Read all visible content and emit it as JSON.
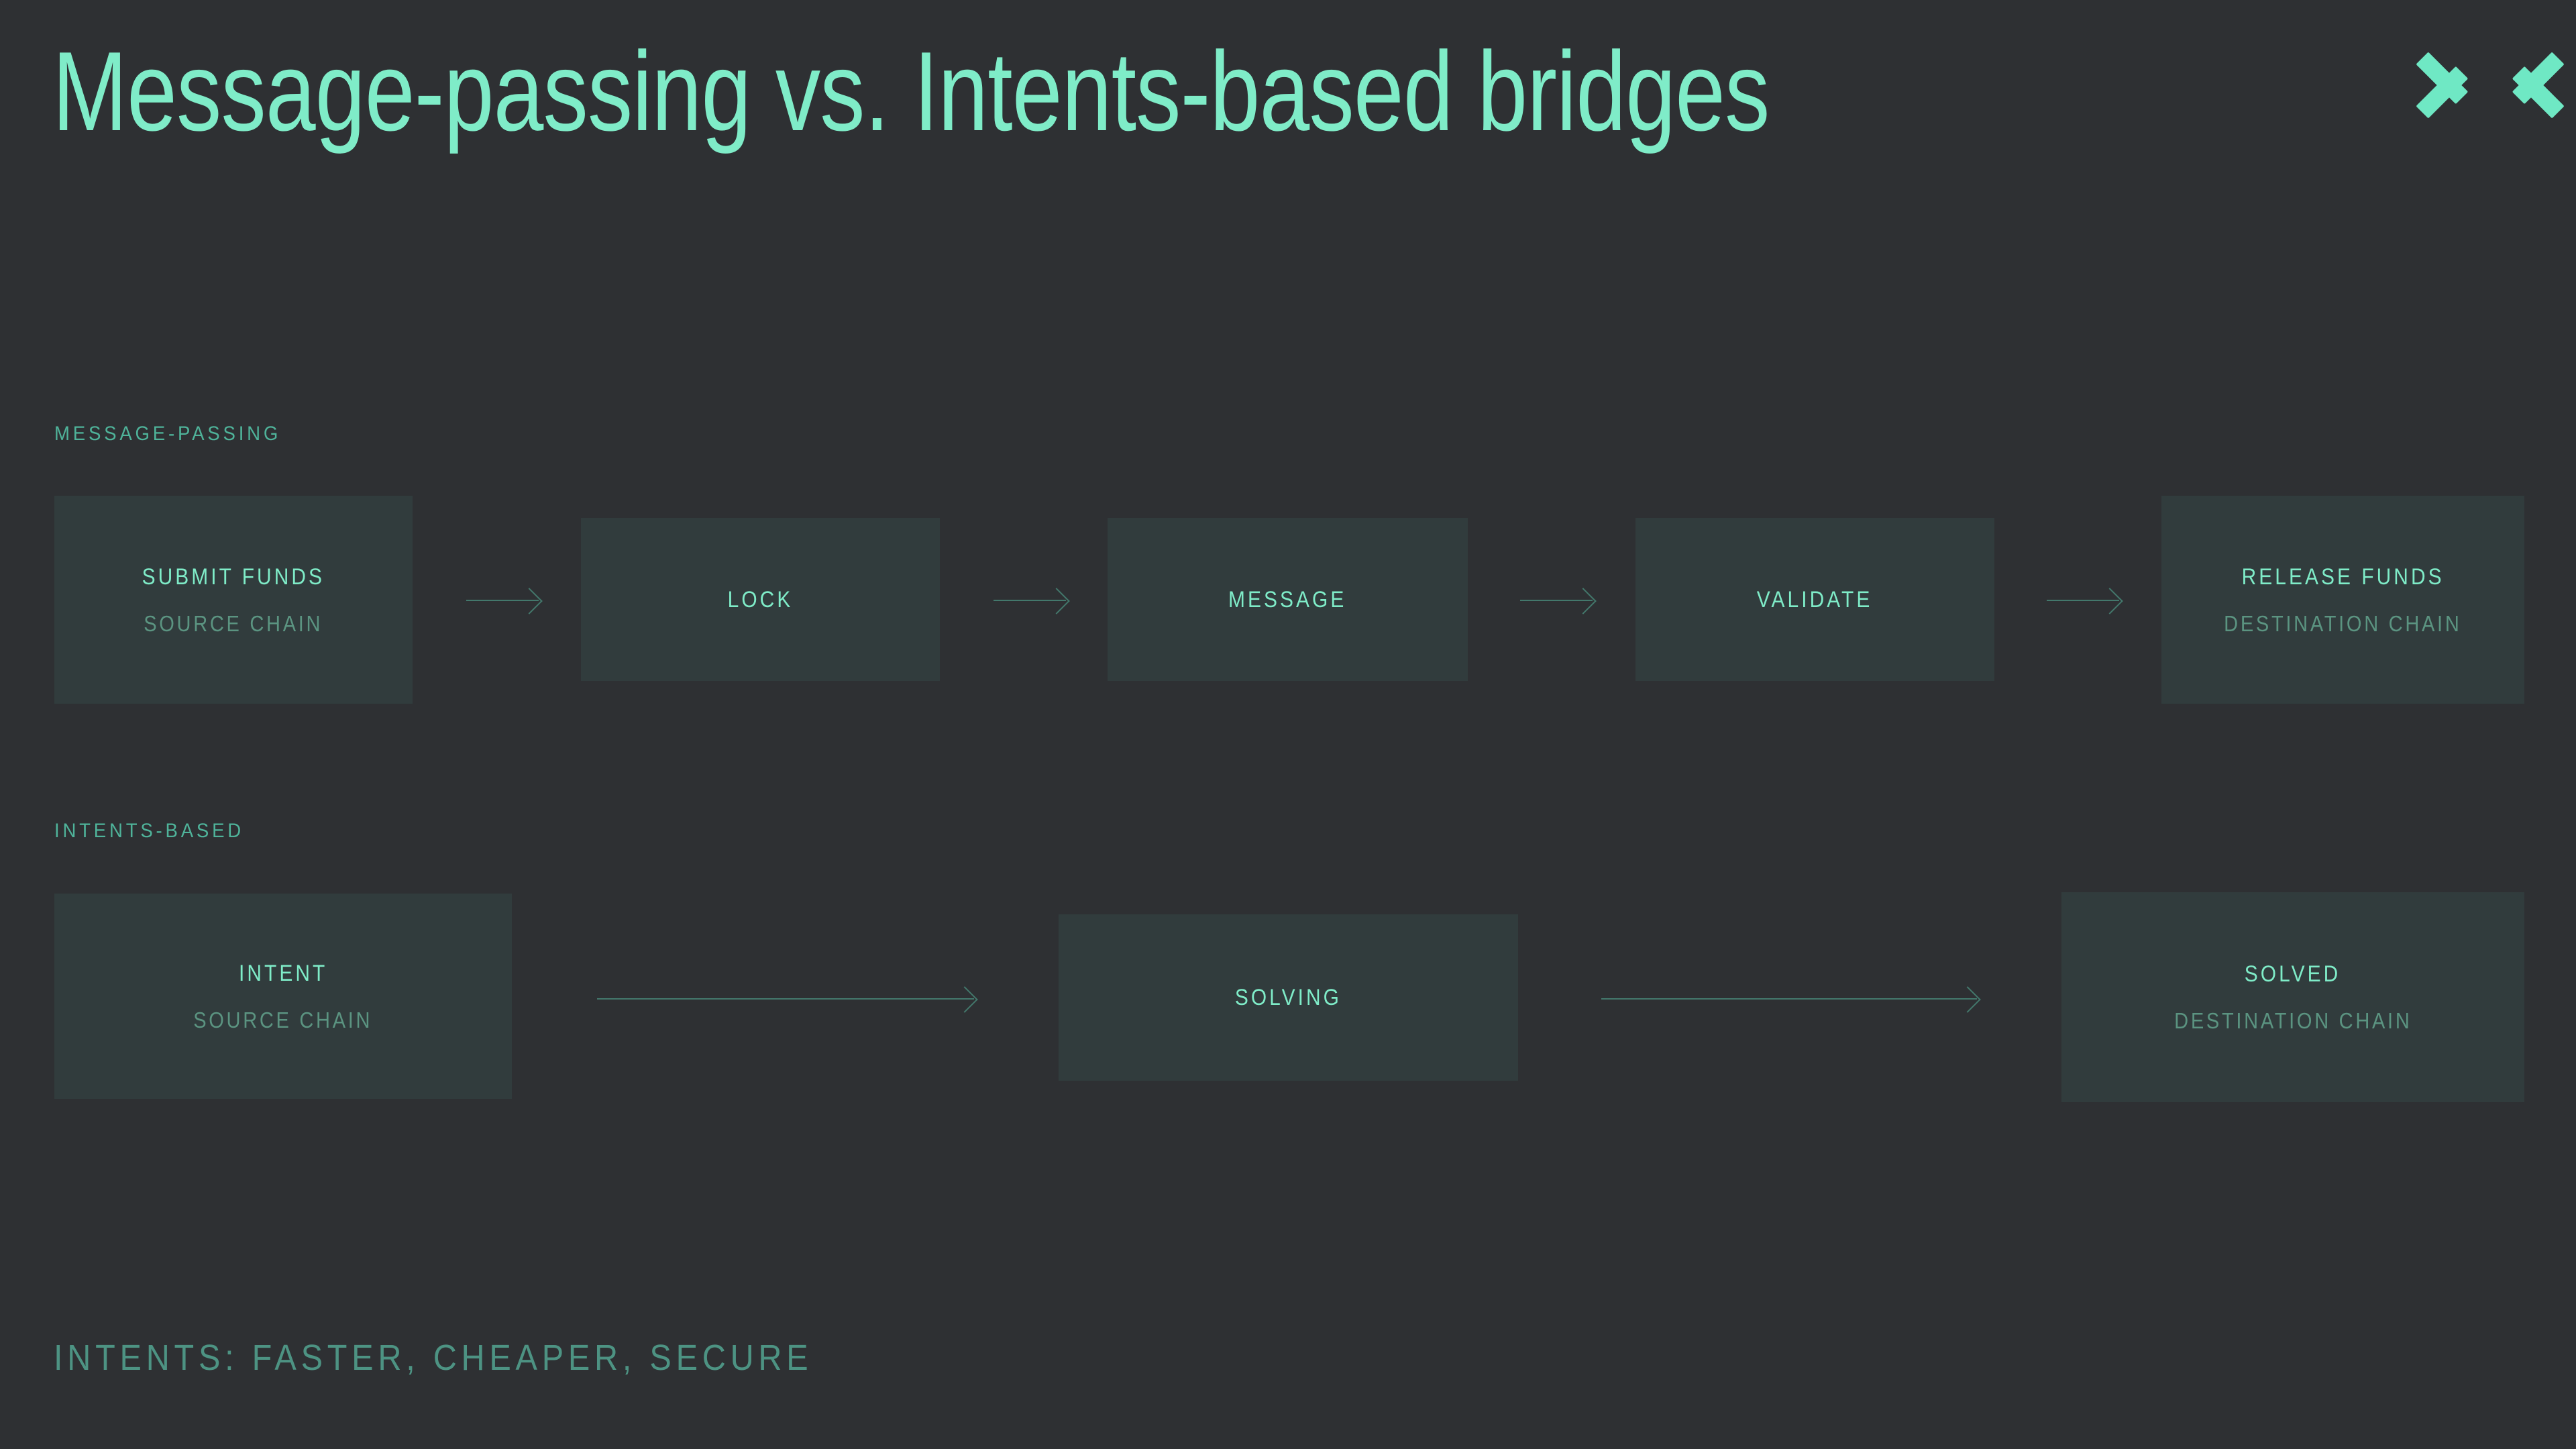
{
  "header": {
    "title": "Message-passing vs. Intents-based bridges",
    "logo_icon": "x-mark-logo",
    "title_color": "#7fecc8"
  },
  "theme": {
    "background": "#2e3033",
    "node_fill": "#313c3d",
    "accent_bright": "#7fecc8",
    "accent_mid": "#4fb39a",
    "accent_dim": "#5b9481",
    "arrow_color": "#43786c"
  },
  "flows": [
    {
      "label": "MESSAGE-PASSING",
      "nodes": [
        {
          "title": "SUBMIT FUNDS",
          "sub": "SOURCE CHAIN"
        },
        {
          "title": "LOCK",
          "sub": ""
        },
        {
          "title": "MESSAGE",
          "sub": ""
        },
        {
          "title": "VALIDATE",
          "sub": ""
        },
        {
          "title": "RELEASE FUNDS",
          "sub": "DESTINATION CHAIN"
        }
      ],
      "arrow_count": 4
    },
    {
      "label": "INTENTS-BASED",
      "nodes": [
        {
          "title": "INTENT",
          "sub": "SOURCE CHAIN"
        },
        {
          "title": "SOLVING",
          "sub": ""
        },
        {
          "title": "SOLVED",
          "sub": "DESTINATION CHAIN"
        }
      ],
      "arrow_count": 2
    }
  ],
  "footer": {
    "tagline": "INTENTS: FASTER, CHEAPER, SECURE"
  }
}
